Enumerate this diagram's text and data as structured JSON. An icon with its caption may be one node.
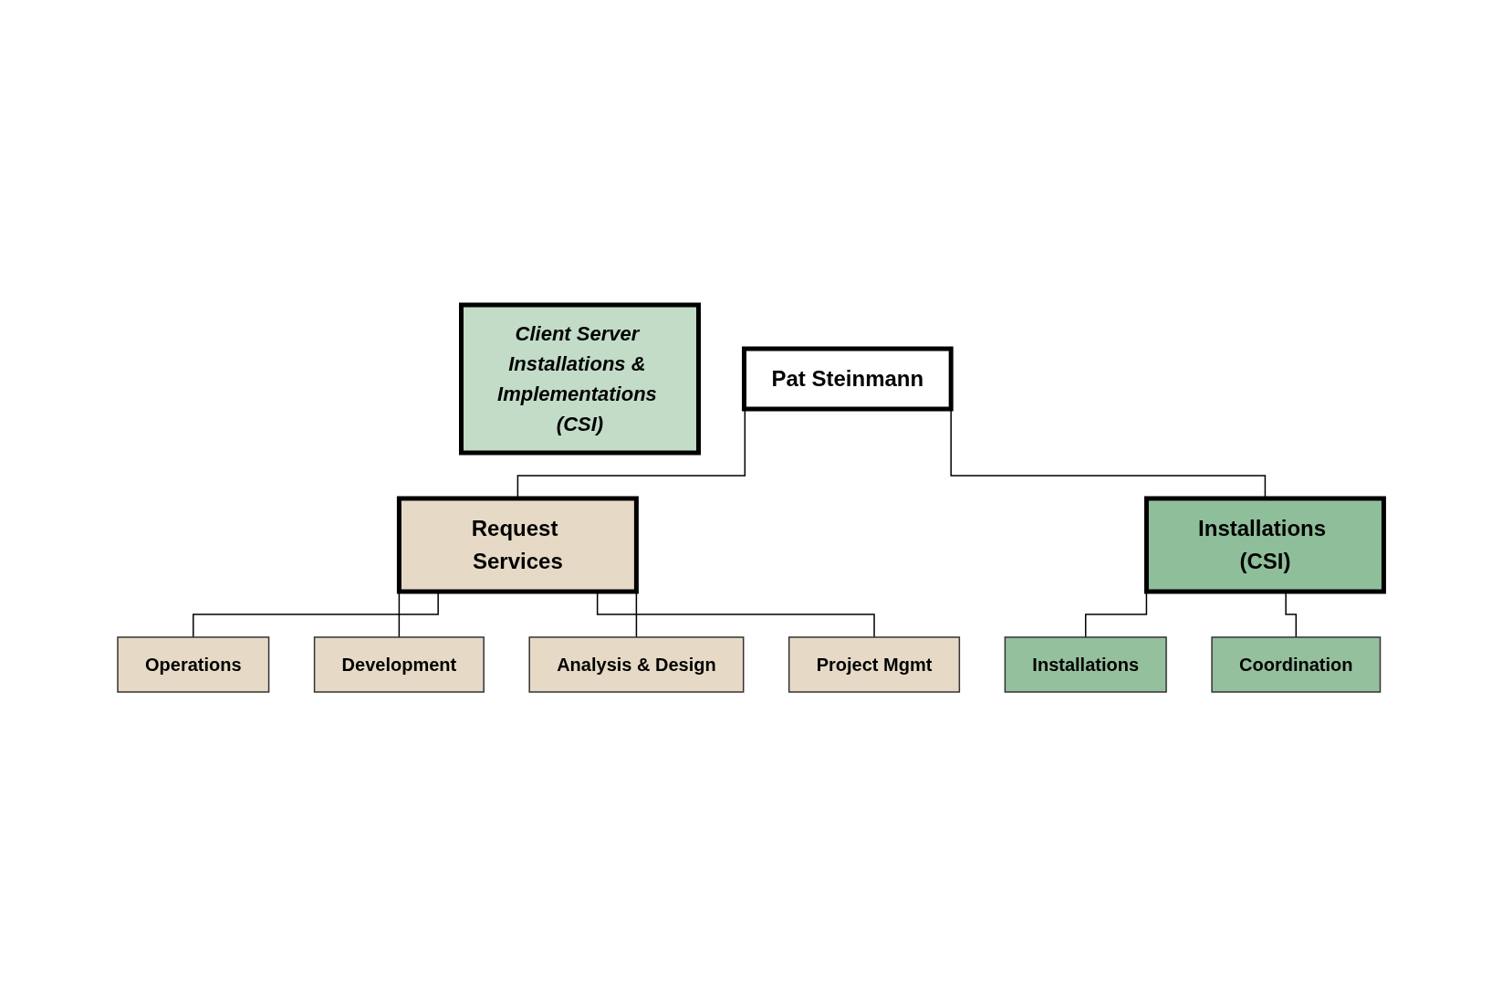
{
  "diagram": {
    "nodes": [
      {
        "text": [
          "Client Server Installations & Implementations (CSI)"
        ]
      },
      {
        "text": [
          "Pat Steinmann"
        ]
      },
      {
        "text": [
          "Request Services"
        ]
      },
      {
        "text": [
          "Installations (CSI)"
        ]
      },
      {
        "text": [
          "Operations"
        ]
      },
      {
        "text": [
          "Development"
        ]
      },
      {
        "text": [
          "Analysis & Design"
        ]
      },
      {
        "text": [
          "Project Mgmt"
        ]
      },
      {
        "text": [
          "Installations"
        ]
      },
      {
        "text": [
          "Coordination"
        ]
      }
    ],
    "edges": [
      {
        "from": 1,
        "to": 2,
        "arrow": "none"
      },
      {
        "from": 1,
        "to": 3,
        "arrow": "none"
      },
      {
        "from": 2,
        "to": 4,
        "arrow": "none"
      },
      {
        "from": 2,
        "to": 5,
        "arrow": "none"
      },
      {
        "from": 2,
        "to": 6,
        "arrow": "none"
      },
      {
        "from": 2,
        "to": 7,
        "arrow": "none"
      },
      {
        "from": 3,
        "to": 8,
        "arrow": "none"
      },
      {
        "from": 3,
        "to": 9,
        "arrow": "none"
      }
    ]
  }
}
